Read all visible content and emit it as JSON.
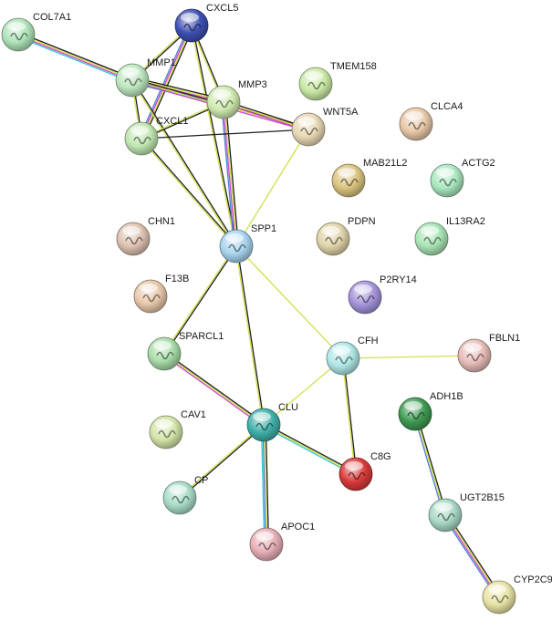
{
  "colors": {
    "black": "#1f1f1f",
    "yellow": "#d3df4a",
    "magenta": "#cc44cc",
    "blue": "#4a7fd6",
    "cyan": "#33c7d6"
  },
  "nodes": {
    "COL7A1": {
      "label": "COL7A1",
      "color": "#aee3b8"
    },
    "CXCL5": {
      "label": "CXCL5",
      "color": "#3d4fb3"
    },
    "MMP1": {
      "label": "MMP1",
      "color": "#bde6bf"
    },
    "MMP3": {
      "label": "MMP3",
      "color": "#cfeab0"
    },
    "TMEM158": {
      "label": "TMEM158",
      "color": "#c9e8a4"
    },
    "CXCL1": {
      "label": "CXCL1",
      "color": "#bfe6b0"
    },
    "WNT5A": {
      "label": "WNT5A",
      "color": "#e7d7b4"
    },
    "CLCA4": {
      "label": "CLCA4",
      "color": "#e7c8a8"
    },
    "MAB21L2": {
      "label": "MAB21L2",
      "color": "#d9c37e"
    },
    "ACTG2": {
      "label": "ACTG2",
      "color": "#a8e7be"
    },
    "CHN1": {
      "label": "CHN1",
      "color": "#ddc2b1"
    },
    "SPP1": {
      "label": "SPP1",
      "color": "#a8d4ee"
    },
    "PDPN": {
      "label": "PDPN",
      "color": "#dfd3a8"
    },
    "IL13RA2": {
      "label": "IL13RA2",
      "color": "#a8e3b3"
    },
    "F13B": {
      "label": "F13B",
      "color": "#e7c7aa"
    },
    "P2RY14": {
      "label": "P2RY14",
      "color": "#a493da"
    },
    "SPARCL1": {
      "label": "SPARCL1",
      "color": "#a8dca8"
    },
    "CFH": {
      "label": "CFH",
      "color": "#b0e6e6"
    },
    "FBLN1": {
      "label": "FBLN1",
      "color": "#e7bcb8"
    },
    "CAV1": {
      "label": "CAV1",
      "color": "#d3e3a8"
    },
    "CLU": {
      "label": "CLU",
      "color": "#3fb0a8"
    },
    "ADH1B": {
      "label": "ADH1B",
      "color": "#3f9a52"
    },
    "C8G": {
      "label": "C8G",
      "color": "#d93a3a"
    },
    "CP": {
      "label": "CP",
      "color": "#a8dcc8"
    },
    "UGT2B15": {
      "label": "UGT2B15",
      "color": "#a8d8c6"
    },
    "APOC1": {
      "label": "APOC1",
      "color": "#e7aeb6"
    },
    "CYP2C9": {
      "label": "CYP2C9",
      "color": "#e6e3a4"
    }
  },
  "edges": [
    {
      "from": "COL7A1",
      "to": "MMP1",
      "colors": [
        "black",
        "yellow",
        "magenta",
        "cyan"
      ]
    },
    {
      "from": "CXCL5",
      "to": "MMP1",
      "colors": [
        "black",
        "yellow"
      ]
    },
    {
      "from": "CXCL5",
      "to": "MMP3",
      "colors": [
        "black",
        "yellow"
      ]
    },
    {
      "from": "CXCL5",
      "to": "CXCL1",
      "colors": [
        "black",
        "yellow",
        "magenta",
        "blue"
      ]
    },
    {
      "from": "CXCL5",
      "to": "SPP1",
      "colors": [
        "black",
        "yellow"
      ]
    },
    {
      "from": "MMP1",
      "to": "MMP3",
      "colors": [
        "black",
        "yellow",
        "magenta",
        "blue",
        "cyan"
      ]
    },
    {
      "from": "MMP1",
      "to": "CXCL1",
      "colors": [
        "black",
        "yellow"
      ]
    },
    {
      "from": "MMP1",
      "to": "SPP1",
      "colors": [
        "black",
        "yellow"
      ]
    },
    {
      "from": "MMP1",
      "to": "WNT5A",
      "colors": [
        "black",
        "yellow",
        "magenta"
      ]
    },
    {
      "from": "MMP3",
      "to": "CXCL1",
      "colors": [
        "black",
        "yellow"
      ]
    },
    {
      "from": "MMP3",
      "to": "SPP1",
      "colors": [
        "black",
        "yellow",
        "magenta",
        "blue"
      ]
    },
    {
      "from": "MMP3",
      "to": "WNT5A",
      "colors": [
        "black",
        "yellow",
        "magenta"
      ]
    },
    {
      "from": "CXCL1",
      "to": "SPP1",
      "colors": [
        "black",
        "yellow"
      ]
    },
    {
      "from": "CXCL1",
      "to": "WNT5A",
      "colors": [
        "black"
      ]
    },
    {
      "from": "WNT5A",
      "to": "SPP1",
      "colors": [
        "yellow"
      ]
    },
    {
      "from": "SPP1",
      "to": "SPARCL1",
      "colors": [
        "black",
        "yellow"
      ]
    },
    {
      "from": "SPP1",
      "to": "CLU",
      "colors": [
        "black",
        "yellow"
      ]
    },
    {
      "from": "SPP1",
      "to": "CFH",
      "colors": [
        "yellow"
      ]
    },
    {
      "from": "SPARCL1",
      "to": "CLU",
      "colors": [
        "black",
        "yellow",
        "magenta"
      ]
    },
    {
      "from": "CFH",
      "to": "FBLN1",
      "colors": [
        "yellow"
      ]
    },
    {
      "from": "CFH",
      "to": "CLU",
      "colors": [
        "yellow"
      ]
    },
    {
      "from": "CFH",
      "to": "C8G",
      "colors": [
        "black",
        "yellow"
      ]
    },
    {
      "from": "CLU",
      "to": "C8G",
      "colors": [
        "black",
        "yellow",
        "cyan"
      ]
    },
    {
      "from": "CLU",
      "to": "CP",
      "colors": [
        "black",
        "yellow"
      ]
    },
    {
      "from": "CLU",
      "to": "APOC1",
      "colors": [
        "black",
        "yellow",
        "blue",
        "cyan"
      ]
    },
    {
      "from": "ADH1B",
      "to": "UGT2B15",
      "colors": [
        "black",
        "yellow",
        "blue"
      ]
    },
    {
      "from": "UGT2B15",
      "to": "CYP2C9",
      "colors": [
        "black",
        "yellow",
        "magenta",
        "blue"
      ]
    }
  ]
}
